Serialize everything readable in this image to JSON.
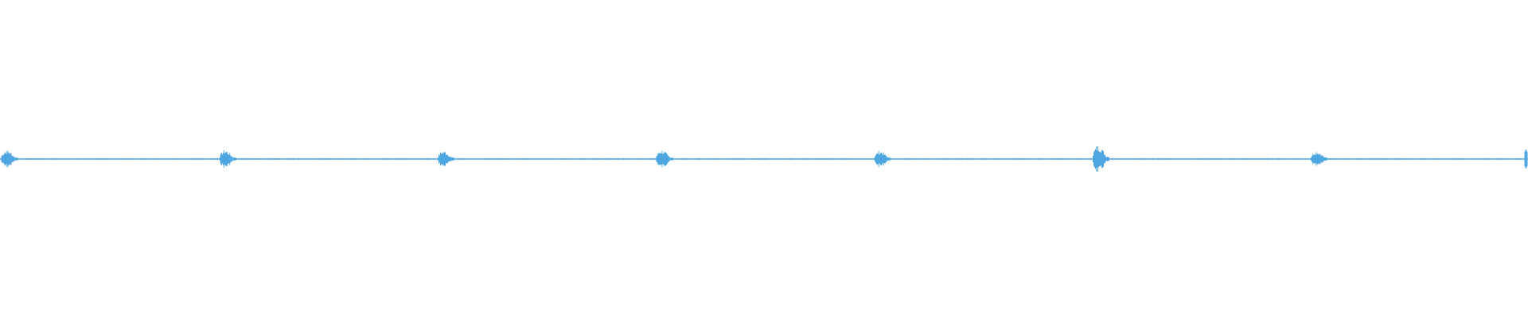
{
  "waveform": {
    "color": "#4da6e0",
    "background": "#ffffff",
    "burst_count": 8,
    "bursts": [
      {
        "amplitude": 0.55
      },
      {
        "amplitude": 0.55
      },
      {
        "amplitude": 0.5
      },
      {
        "amplitude": 0.55
      },
      {
        "amplitude": 0.5
      },
      {
        "amplitude": 0.85
      },
      {
        "amplitude": 0.5
      },
      {
        "amplitude": 0.5
      }
    ]
  }
}
